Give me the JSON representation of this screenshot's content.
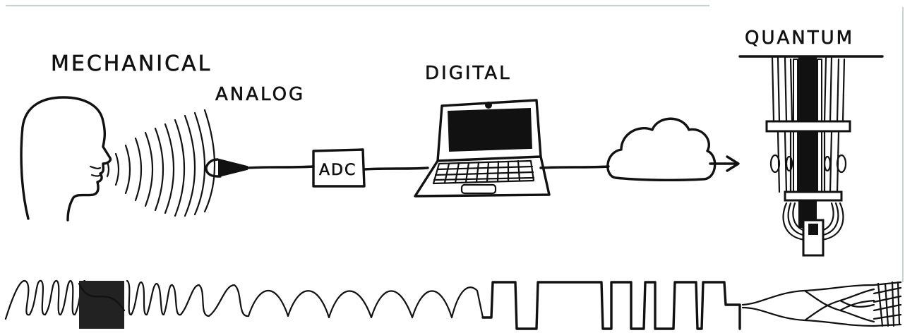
{
  "labels": {
    "mechanical": "MECHANICAL",
    "analog": "ANALOG",
    "digital": "DIGITAL",
    "quantum": "QUANTUM",
    "adc": "ADC"
  }
}
